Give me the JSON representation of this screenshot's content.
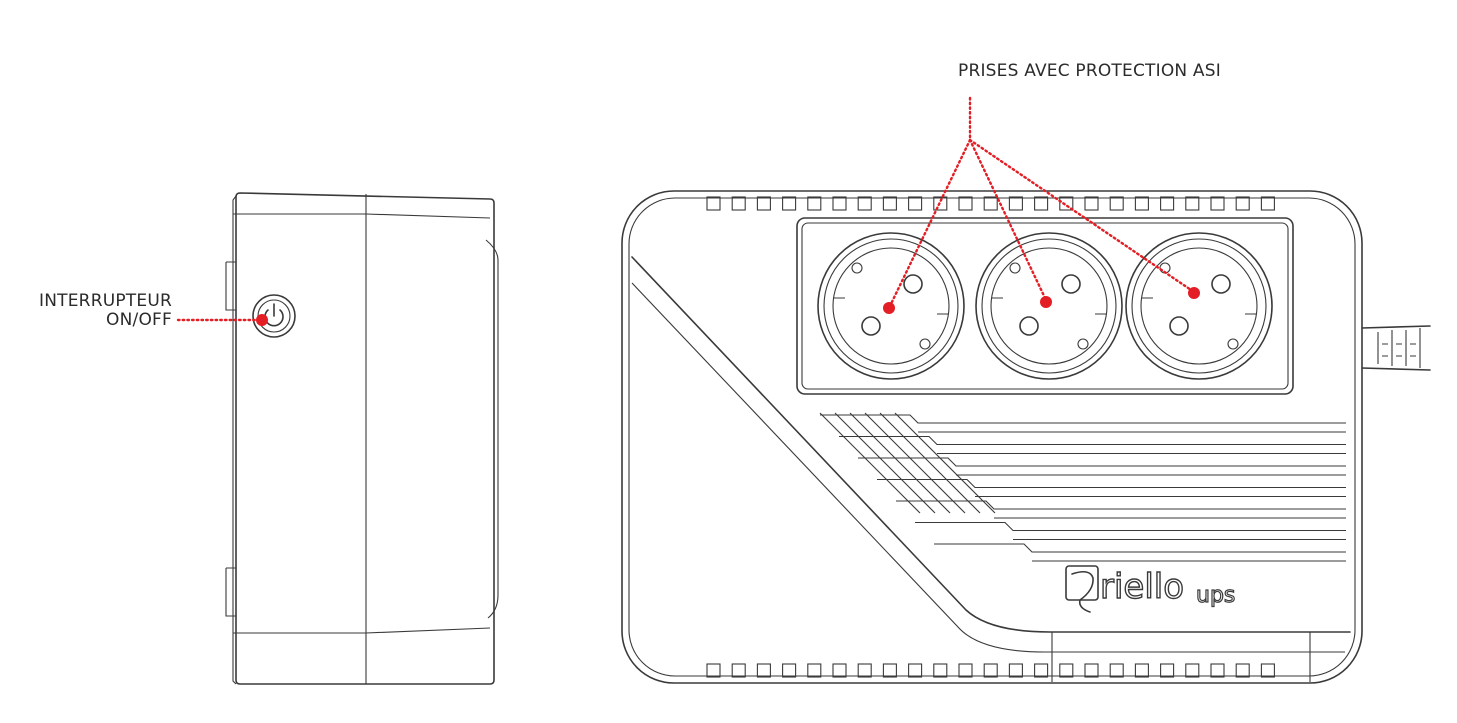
{
  "callouts": {
    "power_switch": {
      "line1": "INTERRUPTEUR",
      "line2": "ON/OFF"
    },
    "outlets": {
      "text": "PRISES AVEC PROTECTION ASI"
    }
  },
  "brand": {
    "name": "riello",
    "suffix": "ups"
  },
  "colors": {
    "callout_accent": "#e31e24",
    "line_art": "#3a3a3a",
    "text": "#2b2b2b"
  },
  "icons": {
    "power_button": "power-symbol-icon",
    "outlet": "schuko-outlet-icon",
    "logo": "riello-swirl-logo"
  },
  "views": [
    "side-view",
    "front-view"
  ]
}
